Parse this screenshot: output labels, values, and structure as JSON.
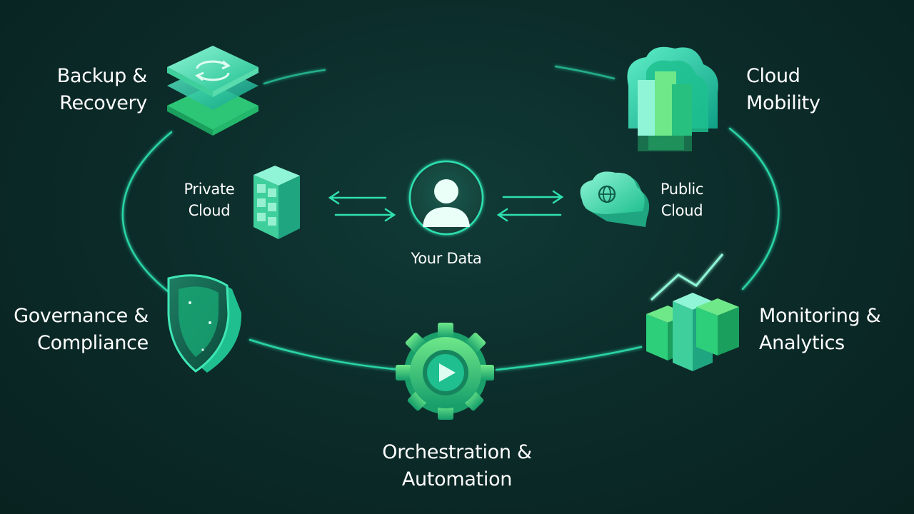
{
  "center": {
    "label": "Your Data",
    "icon": "user-icon"
  },
  "inner_nodes": {
    "private_cloud": {
      "line1": "Private",
      "line2": "Cloud",
      "icon": "building-icon"
    },
    "public_cloud": {
      "line1": "Public",
      "line2": "Cloud",
      "icon": "globe-cloud-icon"
    }
  },
  "outer_nodes": {
    "backup": {
      "line1": "Backup &",
      "line2": "Recovery",
      "icon": "layered-sync-icon"
    },
    "cloud_mobility": {
      "line1": "Cloud",
      "line2": "Mobility",
      "icon": "cloud-stack-icon"
    },
    "governance": {
      "line1": "Governance &",
      "line2": "Compliance",
      "icon": "shield-icon"
    },
    "monitoring": {
      "line1": "Monitoring &",
      "line2": "Analytics",
      "icon": "bar-chart-icon"
    },
    "orchestration": {
      "line1": "Orchestration &",
      "line2": "Automation",
      "icon": "gear-play-icon"
    }
  },
  "colors": {
    "background": "#0b2a28",
    "accent": "#2fe0b0",
    "accent_green": "#3ccf5a",
    "ring": "#2bd4a4"
  }
}
